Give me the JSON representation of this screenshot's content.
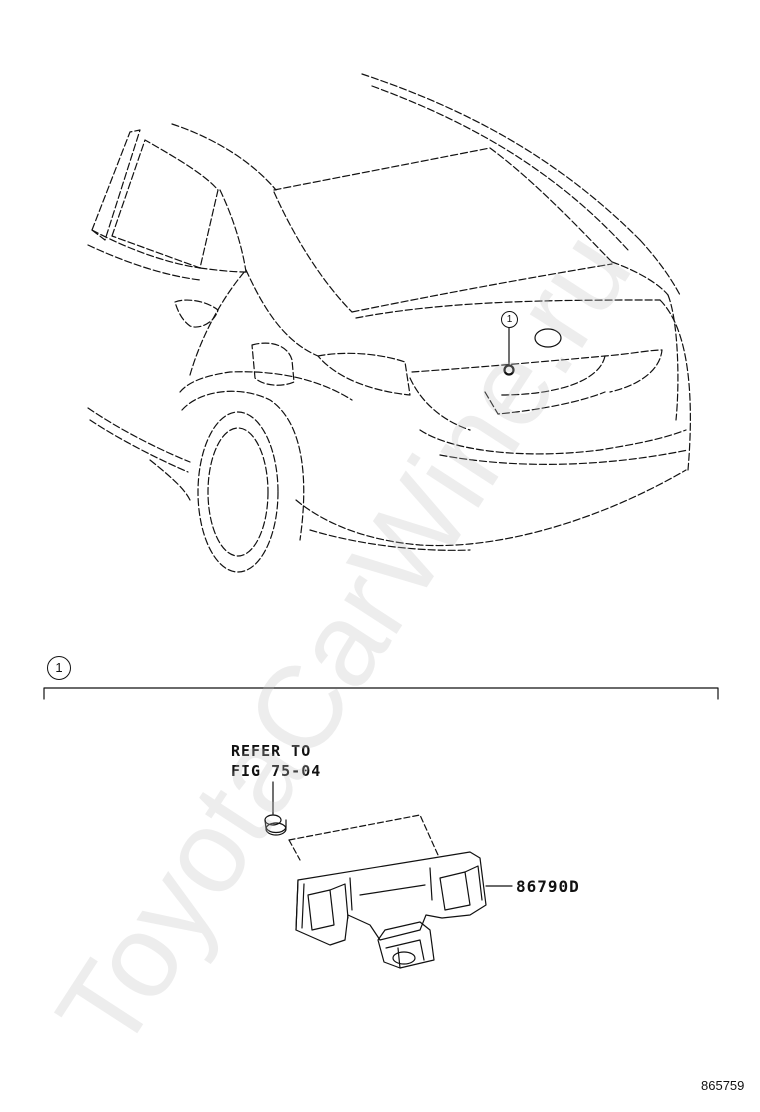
{
  "diagram": {
    "callout_ref": "1",
    "section_marker": "1",
    "refer_line1": "REFER TO",
    "refer_line2": "FIG 75-04",
    "part_number": "86790D",
    "figure_number": "865759",
    "watermark": "ToyotaCarWine.ru"
  },
  "colors": {
    "line": "#111111",
    "watermark": "#bebebe"
  }
}
